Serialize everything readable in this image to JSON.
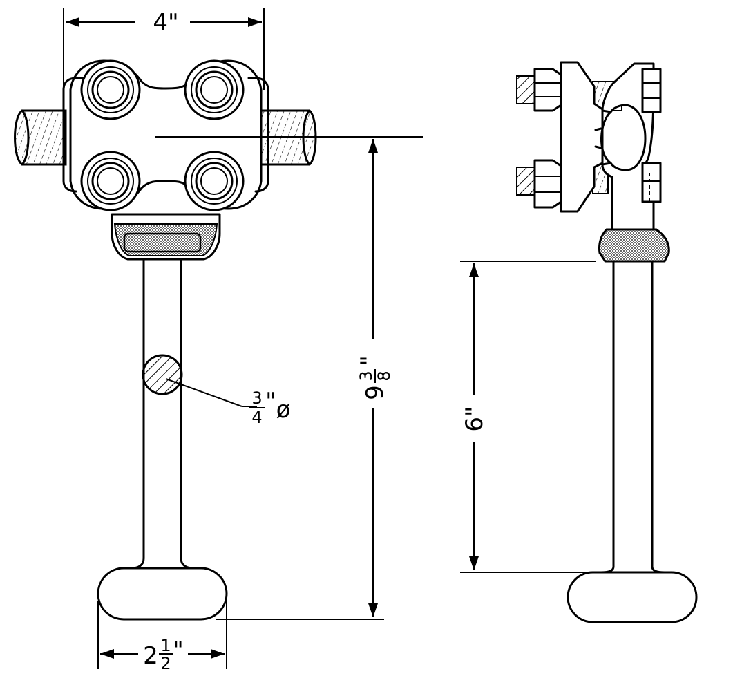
{
  "dimensions": {
    "width_label": "4\"",
    "height_label_whole": "9",
    "height_label_num": "3",
    "height_label_den": "8",
    "height_label_mark": "\"",
    "side_height_label": "6\"",
    "diameter_num": "3",
    "diameter_den": "4",
    "diameter_mark": "\"",
    "diameter_symbol": "ø",
    "foot_label_whole": "2",
    "foot_label_num": "1",
    "foot_label_den": "2",
    "foot_label_mark": "\""
  },
  "colors": {
    "line": "#000000",
    "background": "#ffffff"
  }
}
